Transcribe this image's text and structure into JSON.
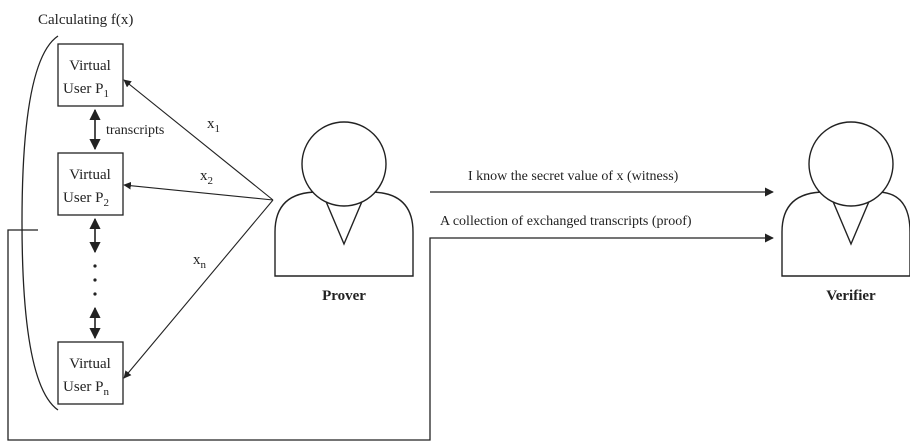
{
  "diagram": {
    "calc_title": "Calculating f(x)",
    "virtual_users": [
      {
        "line1": "Virtual",
        "line2_prefix": "User P",
        "sub": "1"
      },
      {
        "line1": "Virtual",
        "line2_prefix": "User P",
        "sub": "2"
      },
      {
        "line1": "Virtual",
        "line2_prefix": "User P",
        "sub": "n"
      }
    ],
    "transcripts_label": "transcripts",
    "ellipsis_dots": ".  .  .",
    "inputs": [
      {
        "base": "x",
        "sub": "1"
      },
      {
        "base": "x",
        "sub": "2"
      },
      {
        "base": "x",
        "sub": "n"
      }
    ],
    "prover_label": "Prover",
    "verifier_label": "Verifier",
    "messages": {
      "witness": "I know the secret value of x (witness)",
      "proof": "A collection of exchanged transcripts (proof)"
    }
  }
}
